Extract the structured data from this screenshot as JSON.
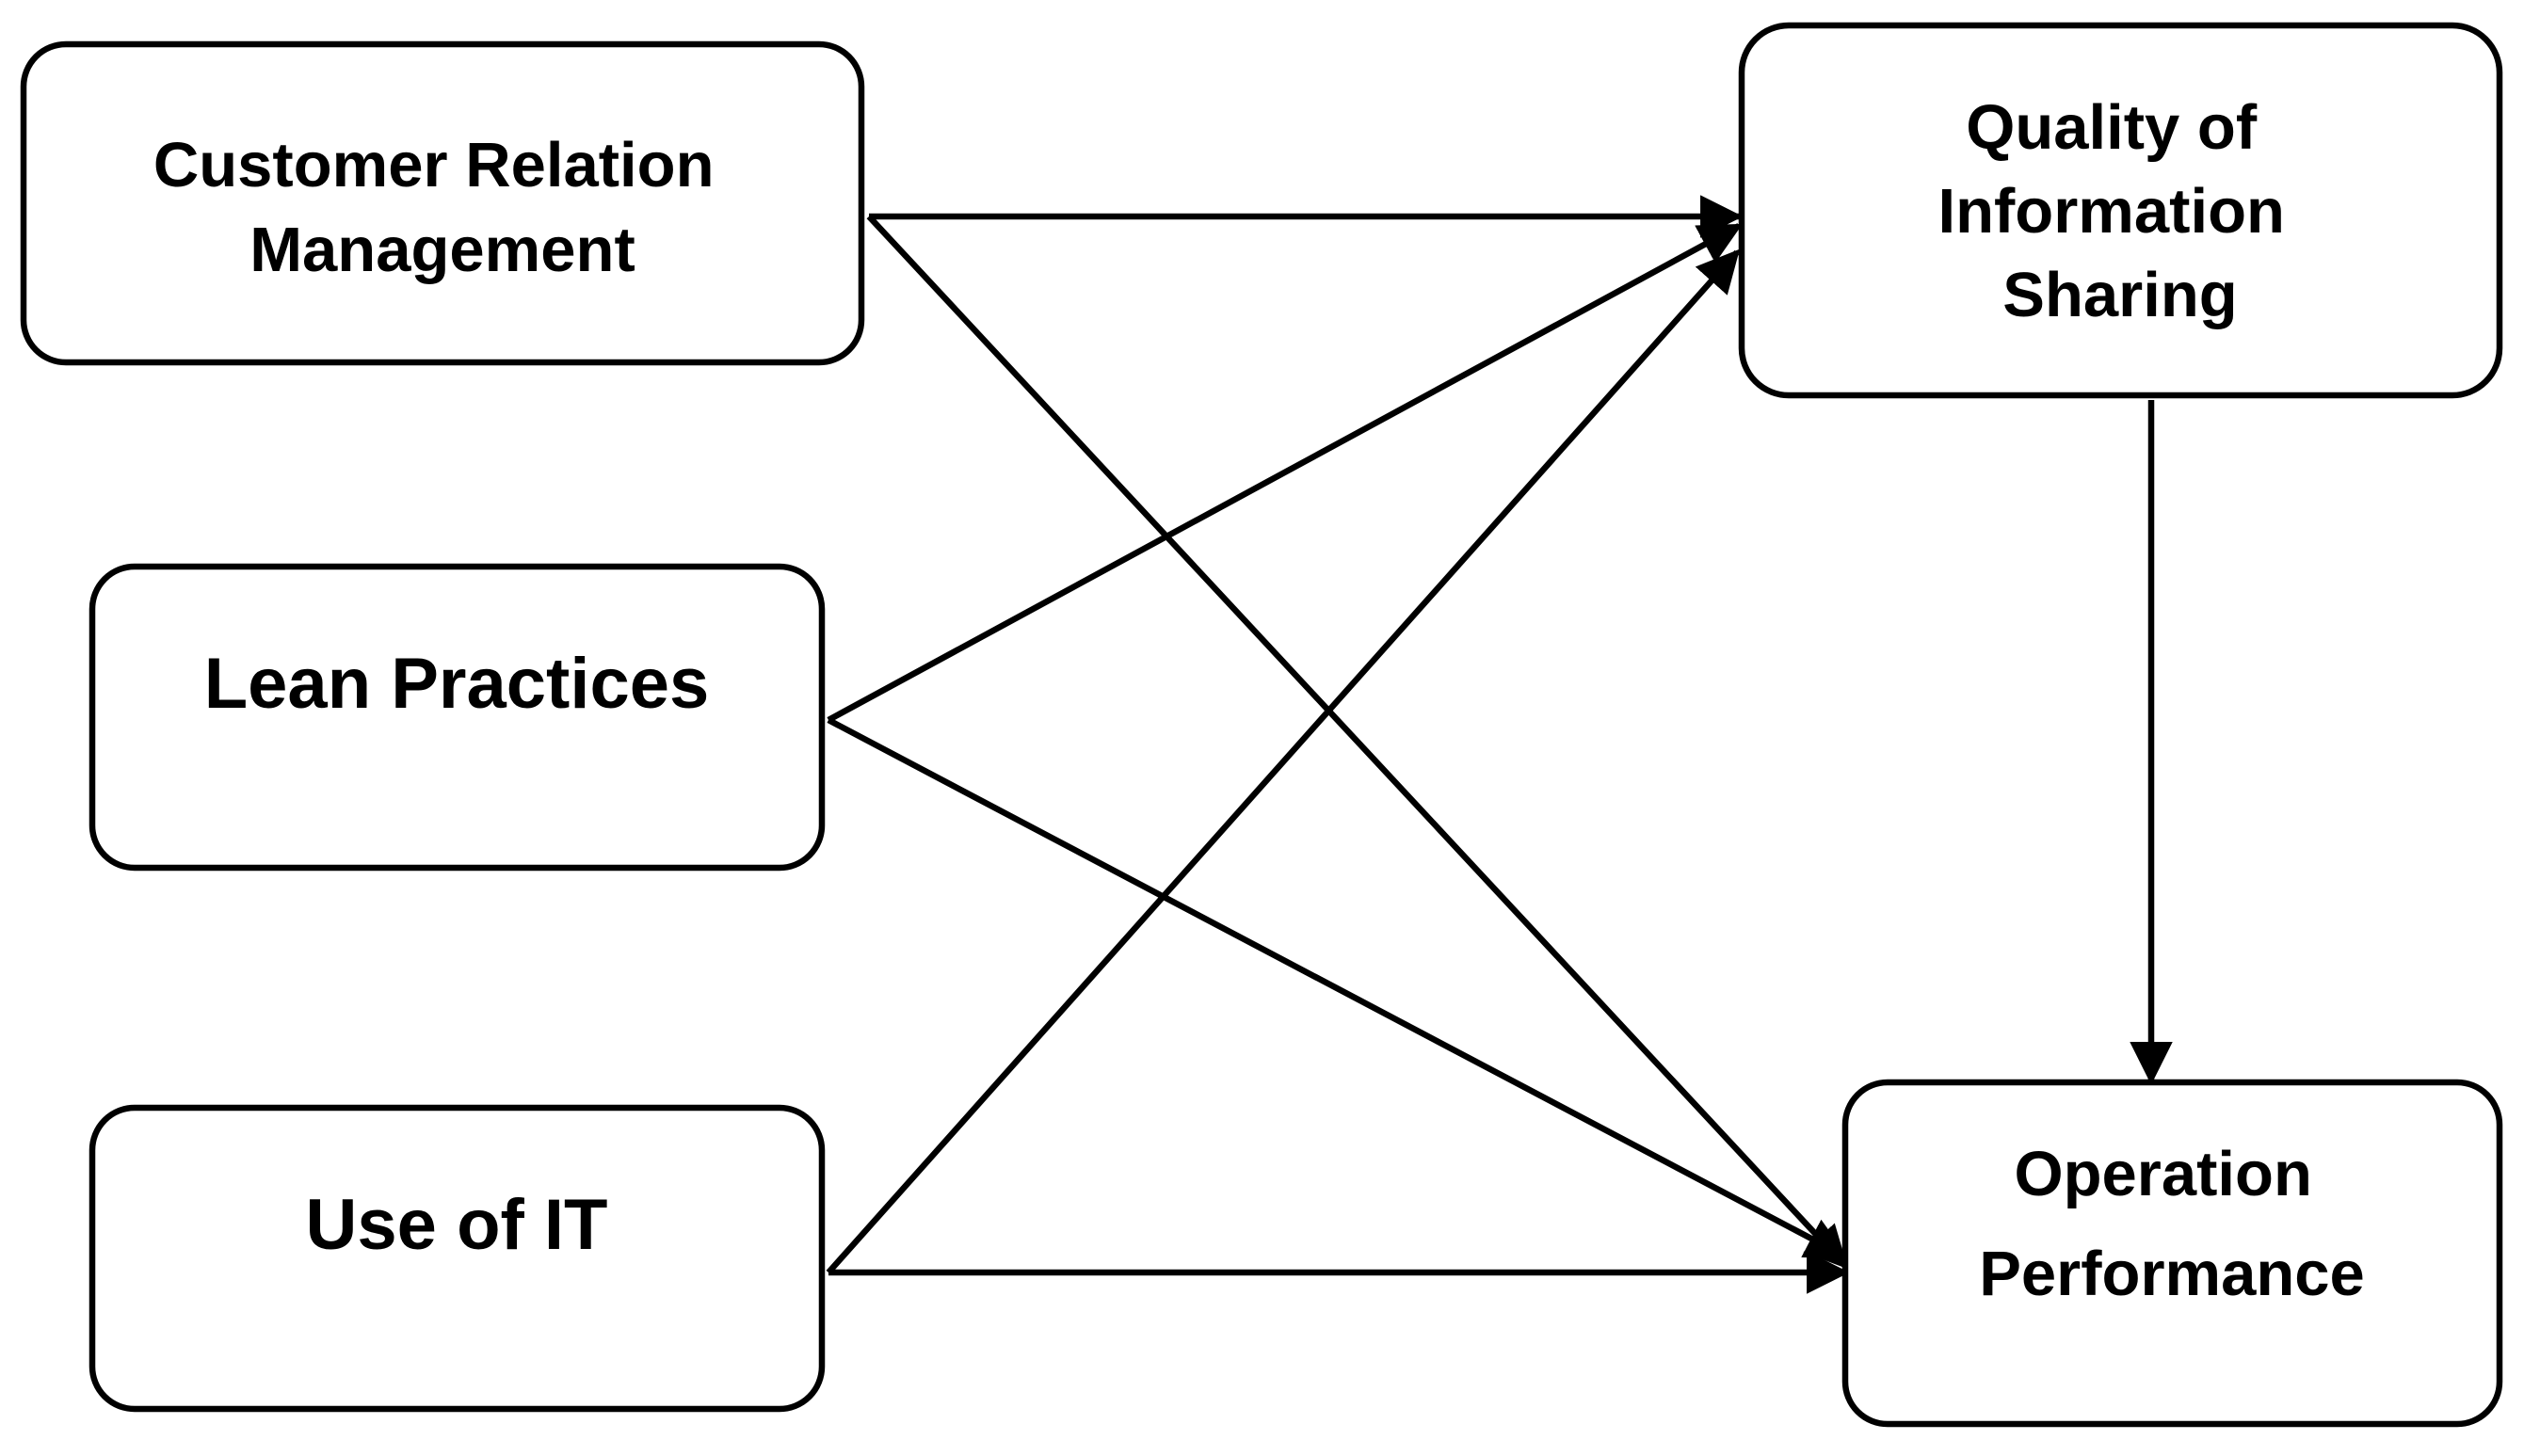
{
  "diagram": {
    "nodes": [
      {
        "id": "crm",
        "lines": [
          "Customer Relation",
          "Management"
        ]
      },
      {
        "id": "lean",
        "lines": [
          "Lean Practices"
        ]
      },
      {
        "id": "it",
        "lines": [
          "Use of IT"
        ]
      },
      {
        "id": "qis",
        "lines": [
          "Quality of",
          "Information",
          "Sharing"
        ]
      },
      {
        "id": "op",
        "lines": [
          "Operation",
          "Performance"
        ]
      }
    ],
    "edges": [
      {
        "from": "crm",
        "to": "qis"
      },
      {
        "from": "crm",
        "to": "op"
      },
      {
        "from": "lean",
        "to": "qis"
      },
      {
        "from": "lean",
        "to": "op"
      },
      {
        "from": "it",
        "to": "qis"
      },
      {
        "from": "it",
        "to": "op"
      },
      {
        "from": "qis",
        "to": "op"
      }
    ]
  }
}
